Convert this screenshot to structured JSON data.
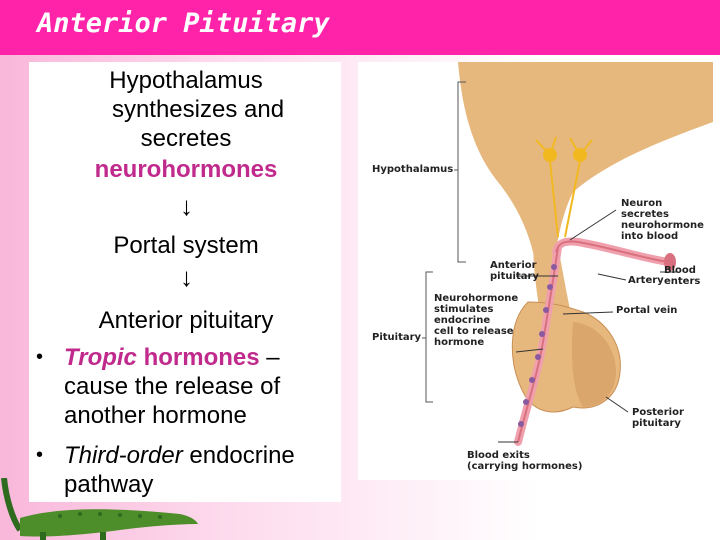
{
  "slide": {
    "title": "Anterior Pituitary"
  },
  "left_text": {
    "line1": "Hypothalamus",
    "line2": "synthesizes and",
    "line3": "secretes",
    "line4": "neurohormones",
    "arrow1": "↓",
    "portal": "Portal system",
    "arrow2": "↓",
    "anterior": "Anterior pituitary",
    "bullet1": {
      "tropic": "Tropic",
      "hormones": "hormones",
      "dash": " –",
      "rest_line1": "cause the release of",
      "rest_line2": "another hormone"
    },
    "bullet2": {
      "third": "Third-order",
      "rest": " endocrine",
      "rest_line2": "pathway"
    }
  },
  "diagram": {
    "labels": {
      "hypothalamus": "Hypothalamus",
      "neuron_1": "Neuron",
      "neuron_2": "secretes",
      "neuron_3": "neurohormone",
      "neuron_4": "into blood",
      "anterior_1": "Anterior",
      "anterior_2": "pituitary",
      "blood_enters_1": "Blood",
      "blood_enters_2": "enters",
      "artery": "Artery",
      "neurohormone_1": "Neurohormone",
      "neurohormone_2": "stimulates",
      "neurohormone_3": "endocrine",
      "neurohormone_4": "cell to release",
      "neurohormone_5": "hormone",
      "portal_vein": "Portal vein",
      "pituitary": "Pituitary",
      "posterior_1": "Posterior",
      "posterior_2": "pituitary",
      "blood_exits_1": "Blood exits",
      "blood_exits_2": "(carrying hormones)"
    },
    "colors": {
      "tissue": "#e7b87e",
      "tissue_dark": "#c98f55",
      "vessel": "#f0a0ac",
      "vessel_dark": "#d9707f",
      "neuron": "#f2b820",
      "cell": "#8a5aa0"
    }
  }
}
